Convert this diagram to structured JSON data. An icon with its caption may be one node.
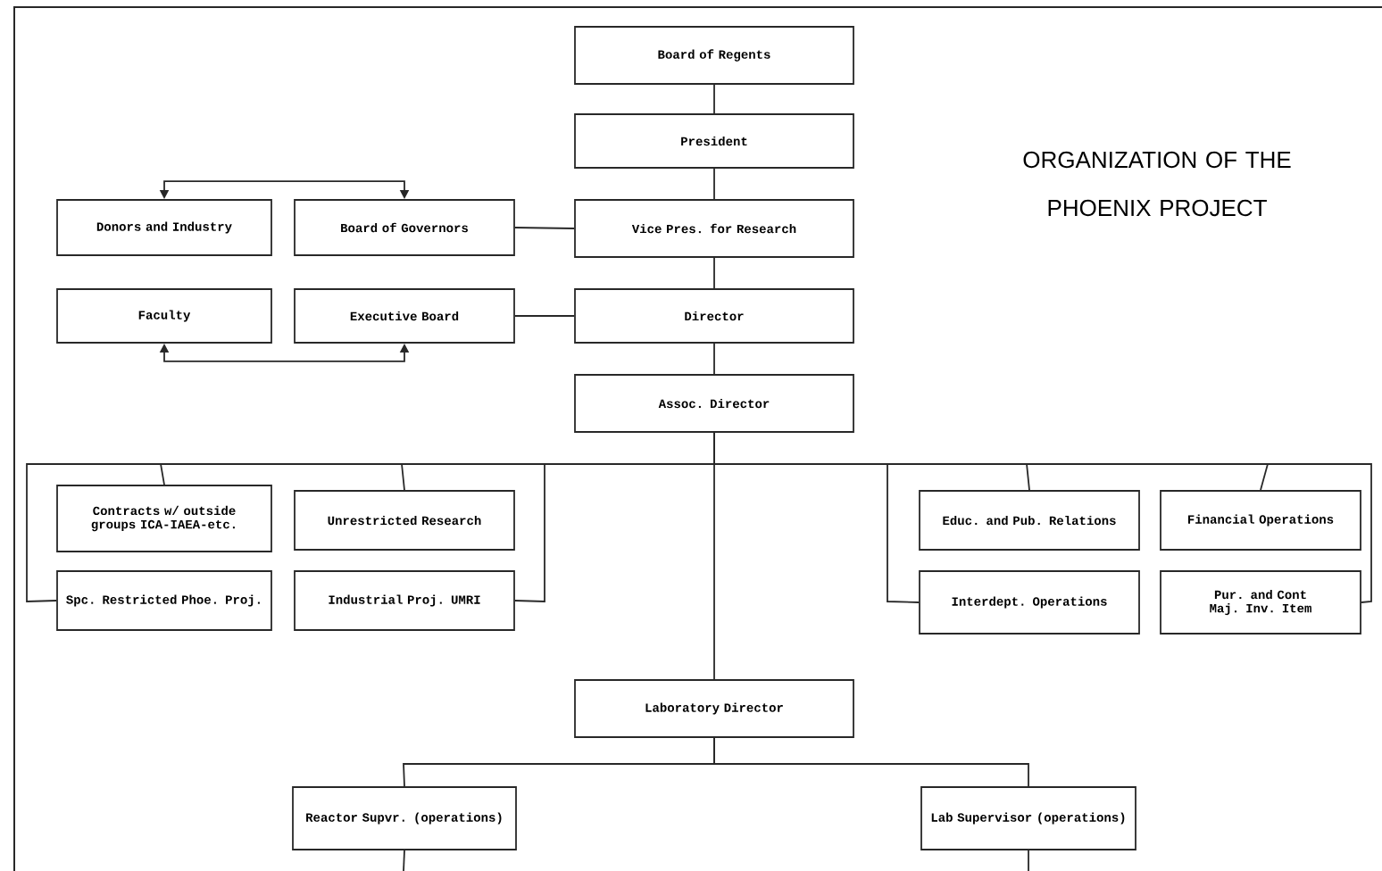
{
  "diagram": {
    "title": "ORGANIZATION OF THE PHOENIX PROJECT",
    "nodes": [
      {
        "text": [
          "Board of Regents"
        ]
      },
      {
        "text": [
          "President"
        ]
      },
      {
        "text": [
          "Vice Pres. for Research"
        ]
      },
      {
        "text": [
          "Director"
        ]
      },
      {
        "text": [
          "Assoc. Director"
        ]
      },
      {
        "text": [
          "Donors and Industry"
        ]
      },
      {
        "text": [
          "Board of Governors"
        ]
      },
      {
        "text": [
          "Faculty"
        ]
      },
      {
        "text": [
          "Executive Board"
        ]
      },
      {
        "text": [
          "Contracts w/ outside groups ICA-IAEA-etc."
        ]
      },
      {
        "text": [
          "Unrestricted Research"
        ]
      },
      {
        "text": [
          "Spc. Restricted Phoe. Proj."
        ]
      },
      {
        "text": [
          "Industrial Proj. UMRI"
        ]
      },
      {
        "text": [
          "Educ. and Pub. Relations"
        ]
      },
      {
        "text": [
          "Financial Operations"
        ]
      },
      {
        "text": [
          "Interdept. Operations"
        ]
      },
      {
        "text": [
          "Pur. and Cont Maj. Inv. Item"
        ]
      },
      {
        "text": [
          "Laboratory Director"
        ]
      },
      {
        "text": [
          "Reactor Supvr. (operations)"
        ]
      },
      {
        "text": [
          "Lab Supervisor (operations)"
        ]
      }
    ],
    "edges": [
      {
        "from": 0,
        "to": 1,
        "arrow": "none"
      },
      {
        "from": 1,
        "to": 2,
        "arrow": "none"
      },
      {
        "from": 2,
        "to": 3,
        "arrow": "none"
      },
      {
        "from": 3,
        "to": 4,
        "arrow": "none"
      },
      {
        "from": 6,
        "to": 2,
        "arrow": "none"
      },
      {
        "from": 8,
        "to": 3,
        "arrow": "none"
      },
      {
        "from": 5,
        "to": 6,
        "arrow": "both"
      },
      {
        "from": 7,
        "to": 8,
        "arrow": "both"
      },
      {
        "from": 4,
        "to": 9,
        "arrow": "none"
      },
      {
        "from": 4,
        "to": 10,
        "arrow": "none"
      },
      {
        "from": 4,
        "to": 11,
        "arrow": "none"
      },
      {
        "from": 4,
        "to": 12,
        "arrow": "none"
      },
      {
        "from": 4,
        "to": 13,
        "arrow": "none"
      },
      {
        "from": 4,
        "to": 14,
        "arrow": "none"
      },
      {
        "from": 4,
        "to": 15,
        "arrow": "none"
      },
      {
        "from": 4,
        "to": 16,
        "arrow": "none"
      },
      {
        "from": 4,
        "to": 17,
        "arrow": "none"
      },
      {
        "from": 17,
        "to": 18,
        "arrow": "none"
      },
      {
        "from": 17,
        "to": 19,
        "arrow": "none"
      },
      {
        "from": 18,
        "to": null,
        "arrow": "none"
      },
      {
        "from": 19,
        "to": null,
        "arrow": "none"
      }
    ]
  }
}
